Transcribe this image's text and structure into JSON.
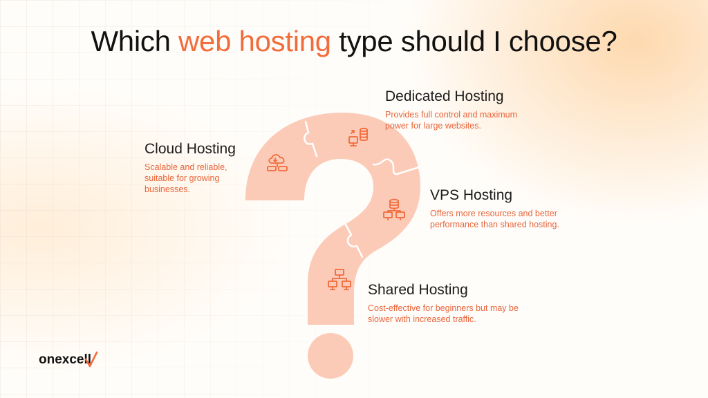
{
  "title": {
    "before": "Which ",
    "accent": "web hosting",
    "after": " type should I choose?"
  },
  "colors": {
    "accent": "#f26b3a",
    "puzzle": "#fbcbb8",
    "icon": "#f26b3a"
  },
  "items": {
    "dedicated": {
      "icon": "server-monitor-icon",
      "title": "Dedicated Hosting",
      "desc1": "Provides full control and maximum",
      "desc2": "power for large websites."
    },
    "cloud": {
      "icon": "cloud-server-icon",
      "title": "Cloud Hosting",
      "desc1": "Scalable and reliable,",
      "desc2": "suitable for growing",
      "desc3": "businesses."
    },
    "vps": {
      "icon": "database-network-icon",
      "title": "VPS Hosting",
      "desc1": "Offers more resources and better",
      "desc2": "performance than shared hosting."
    },
    "shared": {
      "icon": "network-computers-icon",
      "title": "Shared Hosting",
      "desc1": "Cost-effective for beginners but may be",
      "desc2": "slower with increased traffic."
    }
  },
  "logo": {
    "text": "onexcell"
  }
}
